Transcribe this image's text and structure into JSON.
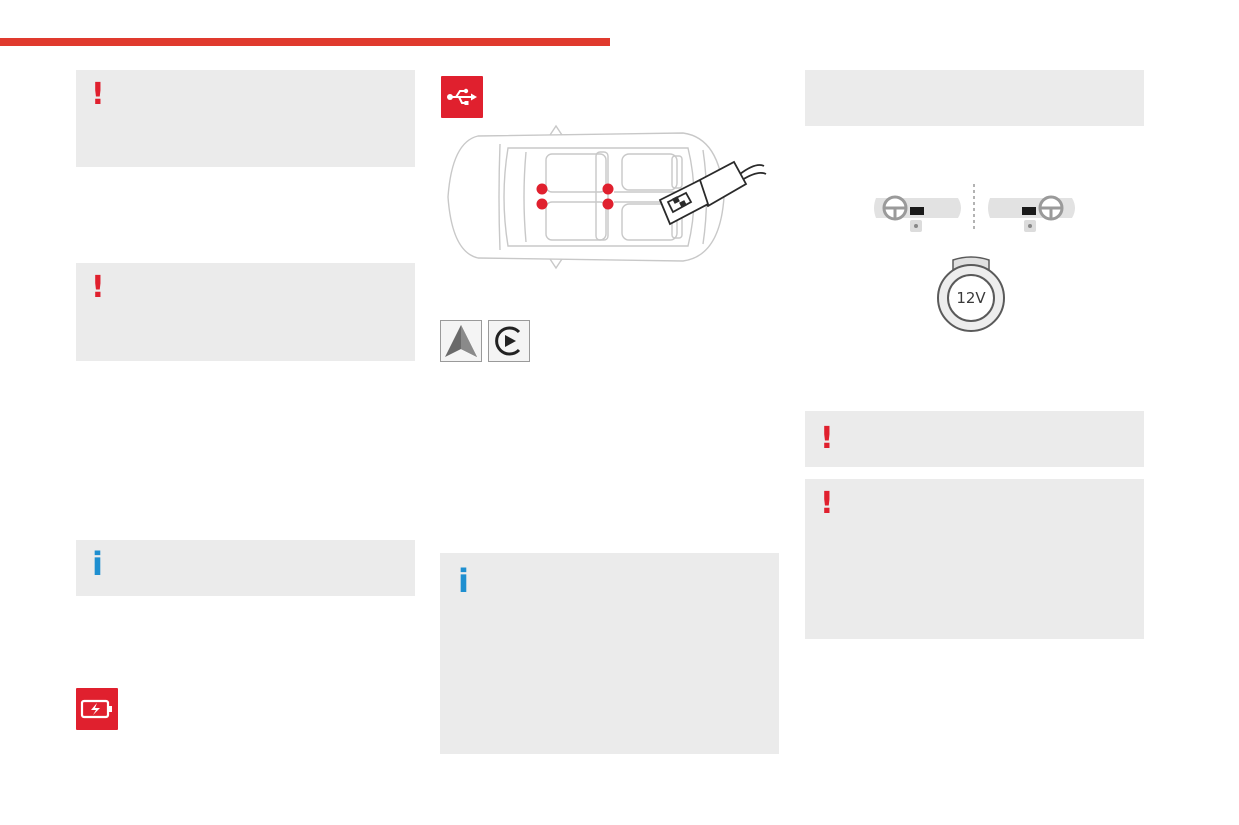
{
  "colors": {
    "accent_red": "#e0202e",
    "bar_red": "#e03a2e",
    "info_blue": "#1e8fd0",
    "note_grey": "#ebebeb"
  },
  "icons": {
    "warning": "exclamation-mark",
    "info": "letter-i",
    "usb": "usb-trident",
    "wireless_charging": "battery-lightning",
    "android_auto": "android-auto-triangle",
    "carplay": "play-in-circle"
  },
  "socket_label": "12V"
}
